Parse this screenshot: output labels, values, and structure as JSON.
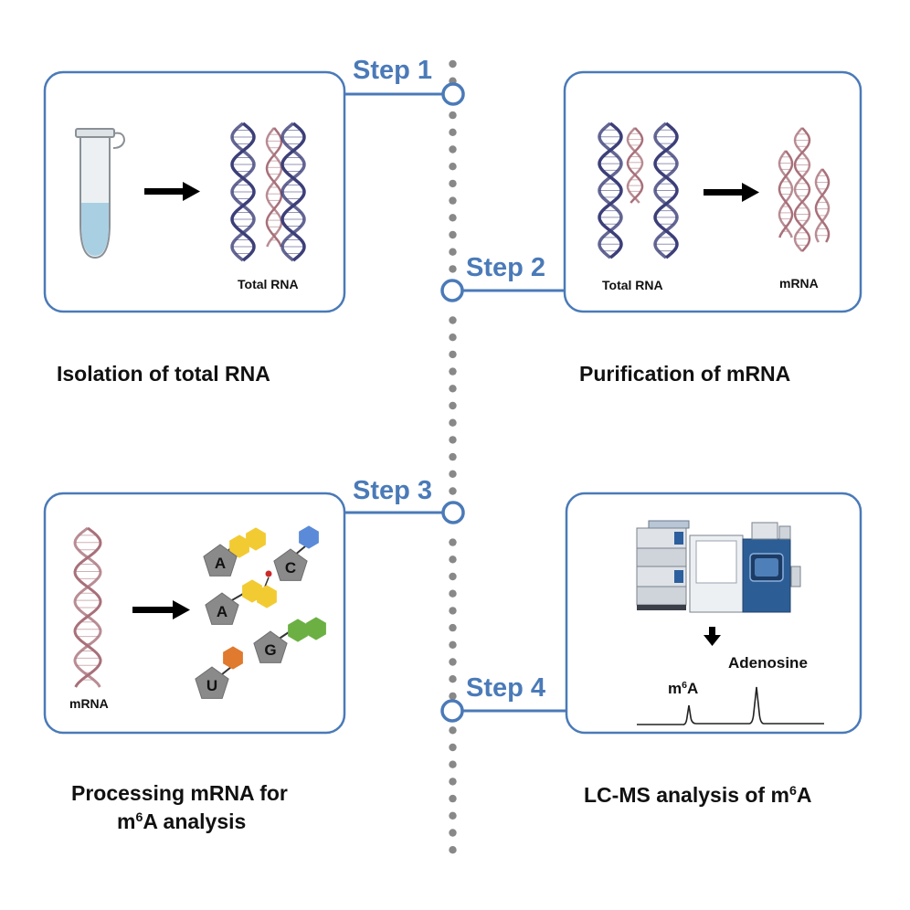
{
  "steps": [
    {
      "label": "Step 1",
      "caption": "Isolation of total RNA",
      "box_labels": [
        "Total RNA"
      ]
    },
    {
      "label": "Step 2",
      "caption": "Purification of mRNA",
      "box_labels": [
        "Total RNA",
        "mRNA"
      ]
    },
    {
      "label": "Step 3",
      "caption_line1": "Processing mRNA for",
      "caption_line2_pre": "m",
      "caption_line2_sup": "6",
      "caption_line2_post": "A analysis",
      "box_labels": [
        "mRNA"
      ],
      "nucleotides": [
        "A",
        "C",
        "A",
        "G",
        "U"
      ]
    },
    {
      "label": "Step 4",
      "caption_pre": "LC-MS analysis of m",
      "caption_sup": "6",
      "caption_post": "A",
      "peak_labels": {
        "adenosine": "Adenosine",
        "m6a_pre": "m",
        "m6a_sup": "6",
        "m6a_post": "A"
      }
    }
  ],
  "colors": {
    "accent": "#4a7ab8",
    "timeline_dots": "#888888",
    "dna_dark": "#3c3f78",
    "rna_pink": "#a8707a",
    "nucleotide_gray": "#8a8a8a",
    "yellow": "#f2cb33",
    "blue": "#5b8bd8",
    "green": "#6cb043",
    "orange": "#e07a2e",
    "methyl_red": "#cc2a2a"
  },
  "icons": [
    "tube-icon",
    "arrow-right-icon",
    "arrow-down-icon",
    "lcms-instrument-icon"
  ]
}
